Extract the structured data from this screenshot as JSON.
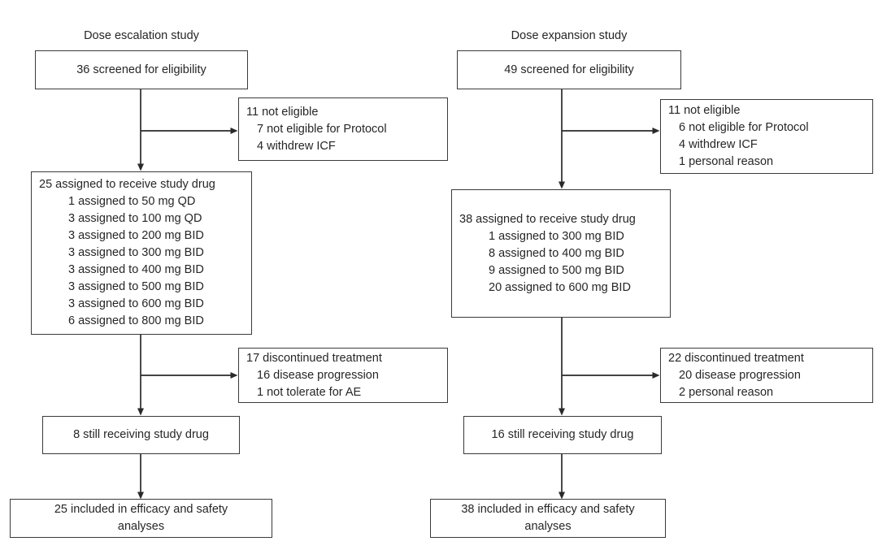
{
  "colors": {
    "ink": "#262626",
    "box_border": "#3a3a3a",
    "background": "#ffffff"
  },
  "escalation": {
    "title": "Dose escalation study",
    "screened": "36 screened for eligibility",
    "not_eligible": [
      "11 not eligible",
      "7 not eligible for Protocol",
      "4 withdrew ICF"
    ],
    "assigned": [
      "25 assigned to receive study drug",
      "1 assigned to 50 mg QD",
      "3 assigned to 100 mg QD",
      "3 assigned to 200 mg BID",
      "3 assigned to 300 mg BID",
      "3 assigned to 400 mg BID",
      "3 assigned to 500 mg BID",
      "3 assigned to 600 mg BID",
      "6 assigned to 800 mg BID"
    ],
    "discontinued": [
      "17 discontinued treatment",
      "16 disease progression",
      "1 not tolerate for AE"
    ],
    "still_receiving": "8 still receiving study drug",
    "included": [
      "25 included in efficacy and safety",
      "analyses"
    ]
  },
  "expansion": {
    "title": "Dose expansion study",
    "screened": "49 screened for eligibility",
    "not_eligible": [
      "11 not eligible",
      "6 not eligible for Protocol",
      "4 withdrew ICF",
      "1 personal reason"
    ],
    "assigned": [
      "38 assigned to receive study drug",
      "1 assigned to 300 mg BID",
      "8 assigned to 400 mg BID",
      "9 assigned to 500 mg BID",
      "20 assigned to 600 mg BID"
    ],
    "discontinued": [
      "22 discontinued treatment",
      "20 disease progression",
      "2 personal reason"
    ],
    "still_receiving": "16 still receiving study drug",
    "included": [
      "38 included in efficacy and safety",
      "analyses"
    ]
  }
}
